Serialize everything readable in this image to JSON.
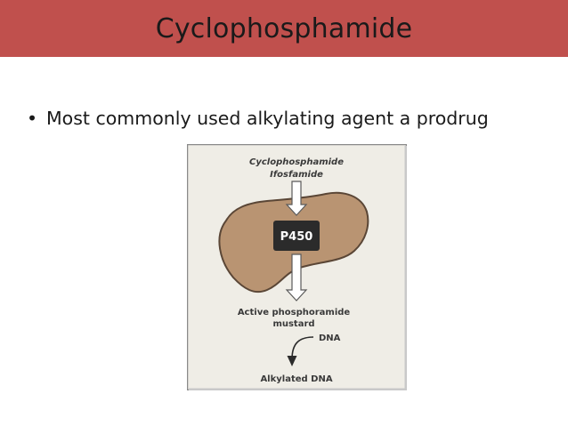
{
  "slide": {
    "title": "Cyclophosphamide",
    "bullet": "Most commonly used alkylating agent a prodrug",
    "bullet_symbol": "•"
  },
  "figure": {
    "drug_1": "Cyclophosphamide",
    "drug_2": "Ifosfamide",
    "enzyme": "P450",
    "metabolite_line_1": "Active phosphoramide",
    "metabolite_line_2": "mustard",
    "target": "DNA",
    "product": "Alkylated DNA"
  },
  "colors": {
    "title_bar": "#c0504d",
    "figure_background": "#efede6",
    "liver": "#b99472",
    "liver_outline": "#5a4636",
    "enzyme_box": "#2b2b2b"
  }
}
